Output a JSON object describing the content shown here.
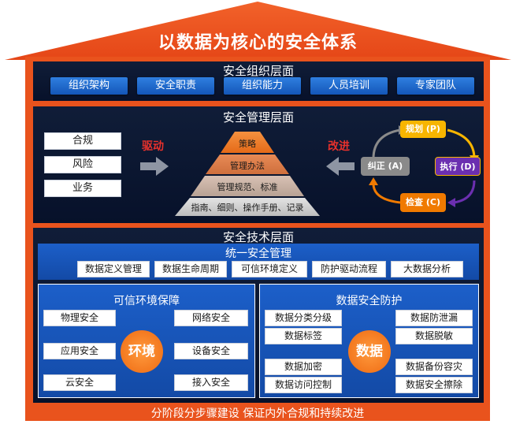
{
  "header": {
    "title": "以数据为核心的安全体系"
  },
  "org_layer": {
    "title": "安全组织层面",
    "items": [
      "组织架构",
      "安全职责",
      "组织能力",
      "人员培训",
      "专家团队"
    ]
  },
  "mgmt_layer": {
    "title": "安全管理层面",
    "drivers": [
      "合规",
      "风险",
      "业务"
    ],
    "drive_label": "驱动",
    "improve_label": "改进",
    "pyramid": [
      "策略",
      "管理办法",
      "管理规范、标准",
      "指南、细则、操作手册、记录"
    ],
    "pdca": {
      "plan": "规划 (P)",
      "do": "执行 (D)",
      "check": "检查 (C)",
      "act": "纠正 (A)"
    },
    "colors": {
      "plan": "#f7b500",
      "do": "#6b2fb0",
      "check": "#f07a00",
      "act": "#8a8a8a"
    }
  },
  "tech_layer": {
    "title": "安全技术层面",
    "unified": {
      "title": "统一安全管理",
      "items": [
        "数据定义管理",
        "数据生命周期",
        "可信环境定义",
        "防护驱动流程",
        "大数据分析"
      ]
    },
    "env": {
      "title": "可信环境保障",
      "center": "环境",
      "left": [
        "物理安全",
        "应用安全",
        "云安全"
      ],
      "right": [
        "网络安全",
        "设备安全",
        "接入安全"
      ]
    },
    "data": {
      "title": "数据安全防护",
      "center": "数据",
      "left": [
        "数据分类分级",
        "数据标签",
        "数据加密",
        "数据访问控制"
      ],
      "right": [
        "数据防泄漏",
        "数据脱敏",
        "数据备份容灾",
        "数据安全擦除"
      ]
    }
  },
  "footer": {
    "text": "分阶段分步骤建设  保证内外合规和持续改进"
  }
}
